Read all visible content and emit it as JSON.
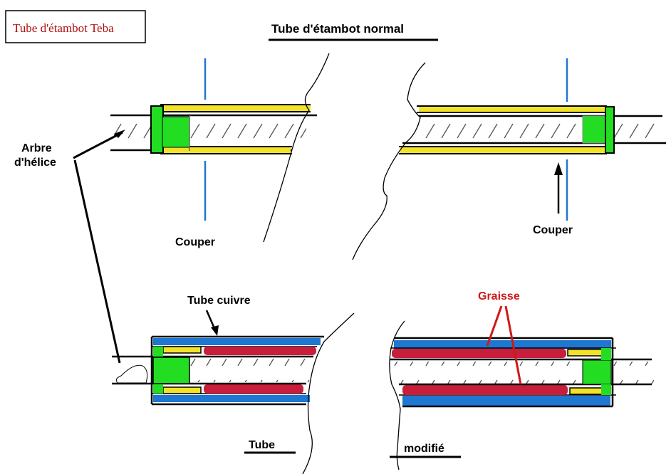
{
  "title_box": {
    "label": "Tube d'étambot Teba",
    "color": "#b01010"
  },
  "header": {
    "label": "Tube d'étambot normal"
  },
  "labels": {
    "shaft": [
      "Arbre",
      "d'hélice"
    ],
    "cut_left": "Couper",
    "cut_right": "Couper",
    "copper_tube": "Tube   cuivre",
    "grease": "Graisse",
    "bottom_left": "Tube",
    "bottom_right": "modifié"
  },
  "colors": {
    "bearing": "#22dd22",
    "bushing": "#f2e22a",
    "copper_tube": "#1e78d2",
    "grease": "#c81e3c",
    "cut_line": "#1e78d2",
    "ink": "#000000",
    "grease_label": "#d01818"
  }
}
